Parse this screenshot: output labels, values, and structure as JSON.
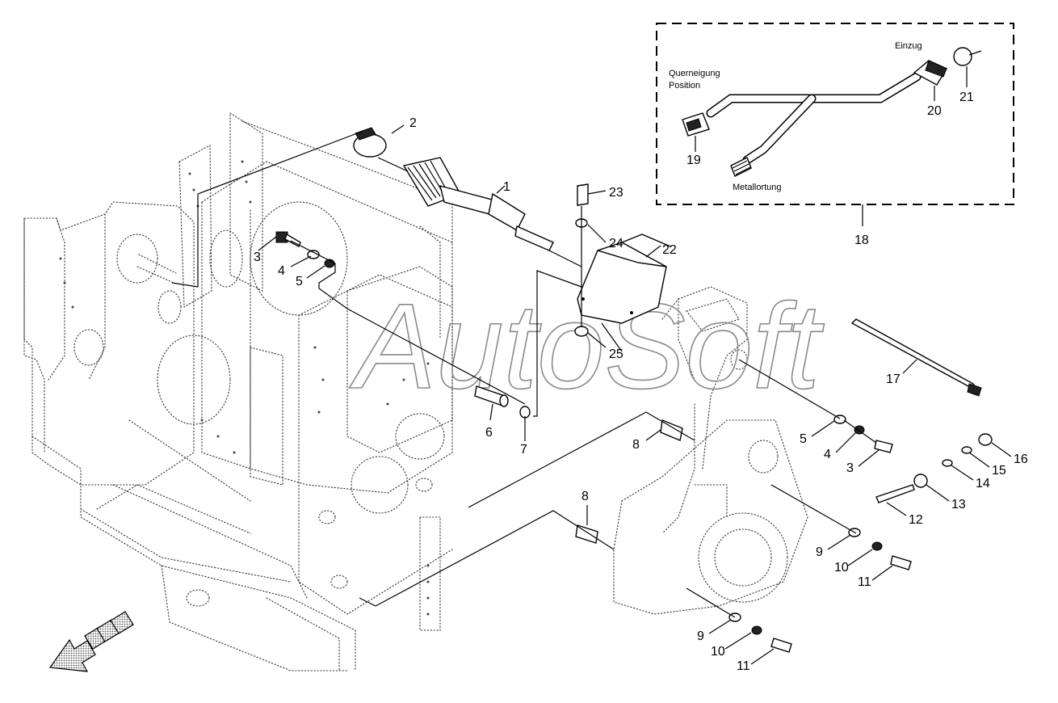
{
  "callouts": {
    "c1": "1",
    "c2": "2",
    "c3a": "3",
    "c4a": "4",
    "c5a": "5",
    "c6": "6",
    "c7": "7",
    "c8a": "8",
    "c8b": "8",
    "c9a": "9",
    "c9b": "9",
    "c10a": "10",
    "c10b": "10",
    "c11a": "11",
    "c11b": "11",
    "c12": "12",
    "c13": "13",
    "c14": "14",
    "c15": "15",
    "c16": "16",
    "c17": "17",
    "c18": "18",
    "c19": "19",
    "c20": "20",
    "c21": "21",
    "c22": "22",
    "c23": "23",
    "c24": "24",
    "c25": "25",
    "c3b": "3",
    "c4b": "4",
    "c5b": "5"
  },
  "inset": {
    "label_einzug": "Einzug",
    "label_querneigung_1": "Querneigung",
    "label_querneigung_2": "Position",
    "label_metallortung": "Metallortung"
  },
  "watermark": "AutoSoft",
  "icons": {
    "direction_arrow": "forward-direction-arrow-icon"
  }
}
